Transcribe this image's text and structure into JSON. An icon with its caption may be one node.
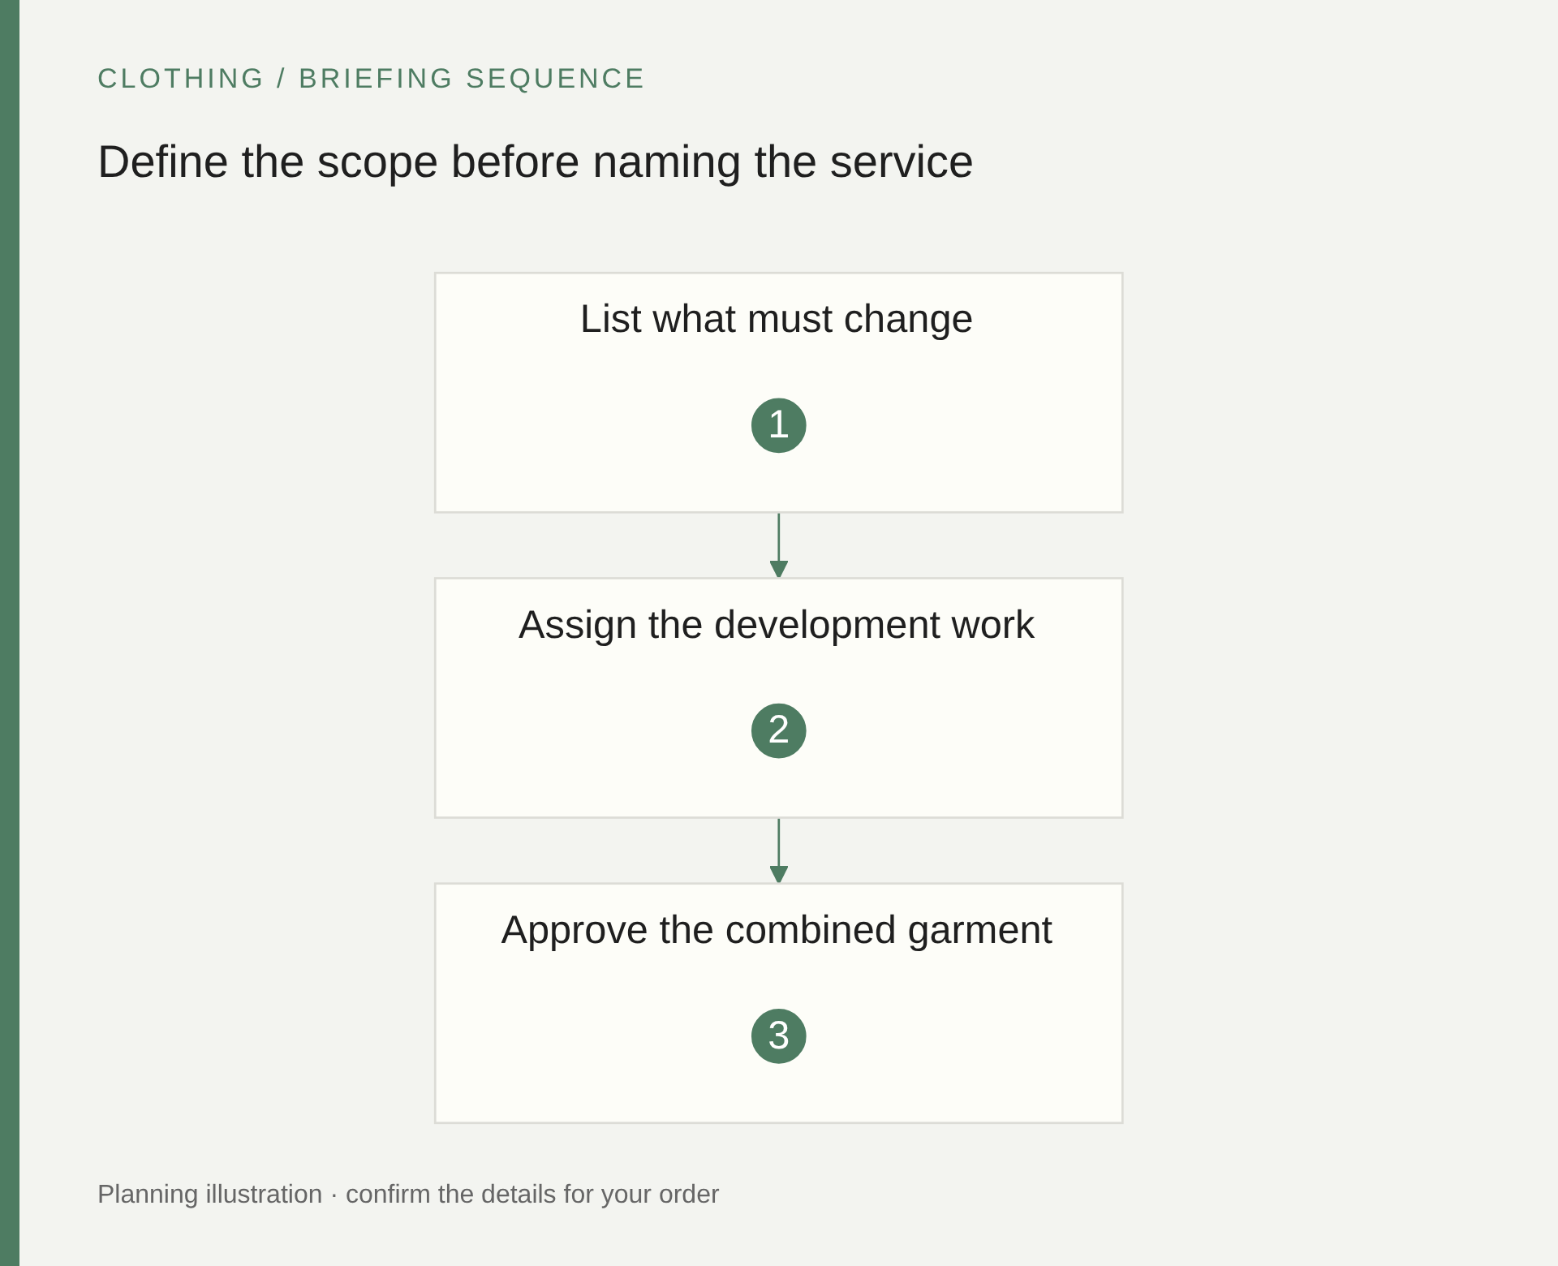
{
  "diagram": {
    "title": "Define the scope before naming the service",
    "caption": "Planning illustration · confirm the details for your order",
    "nodes": [
      {
        "text": [
          "List what must change"
        ]
      },
      {
        "text": [
          "1"
        ],
        "in": 0
      },
      {
        "text": [
          "Assign the development work"
        ]
      },
      {
        "text": [
          "2"
        ],
        "in": 2
      },
      {
        "text": [
          "Approve the combined garment"
        ]
      },
      {
        "text": [
          "3"
        ],
        "in": 4
      }
    ],
    "edges": [
      {
        "from": 0,
        "to": 2,
        "arrow": "to"
      },
      {
        "from": 2,
        "to": 4,
        "arrow": "to"
      }
    ],
    "labels": [
      "CLOTHING / BRIEFING SEQUENCE"
    ]
  }
}
